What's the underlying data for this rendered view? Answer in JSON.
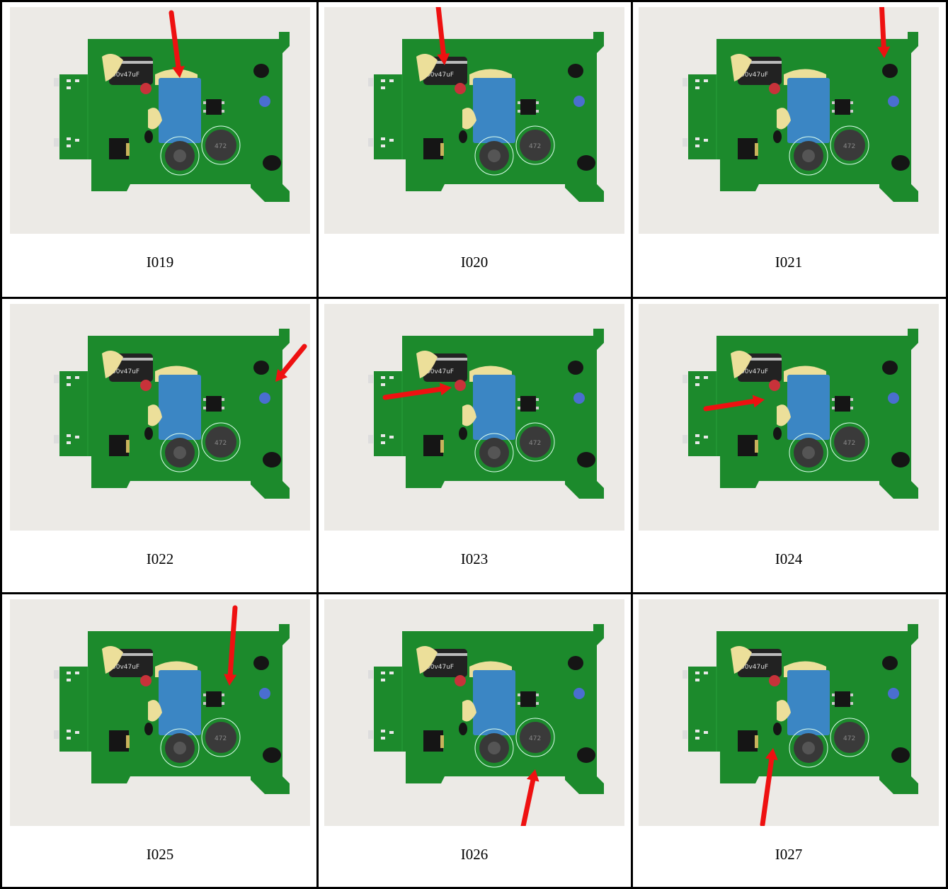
{
  "panels": [
    {
      "id": "I019",
      "label": "I019",
      "arrow": "capacitor-c2-glue"
    },
    {
      "id": "I020",
      "label": "I020",
      "arrow": "electrolytic-capacitor"
    },
    {
      "id": "I021",
      "label": "I021",
      "arrow": "black-component-d3"
    },
    {
      "id": "I022",
      "label": "I022",
      "arrow": "blue-disc-capacitor"
    },
    {
      "id": "I023",
      "label": "I023",
      "arrow": "red-component"
    },
    {
      "id": "I024",
      "label": "I024",
      "arrow": "yellow-glue-r"
    },
    {
      "id": "I025",
      "label": "I025",
      "arrow": "ic-chip"
    },
    {
      "id": "I026",
      "label": "I026",
      "arrow": "inductor-l1"
    },
    {
      "id": "I027",
      "label": "I027",
      "arrow": "small-transistor"
    }
  ],
  "colors": {
    "background": "#eceae6",
    "pcb": "#1c8a2c",
    "arrow": "#ee1111",
    "transformer": "#3b86c4",
    "glue": "#ecdf9a",
    "border": "#000000"
  },
  "board_text": {
    "cap_text": "50v47uF",
    "inductor_text": "472"
  }
}
